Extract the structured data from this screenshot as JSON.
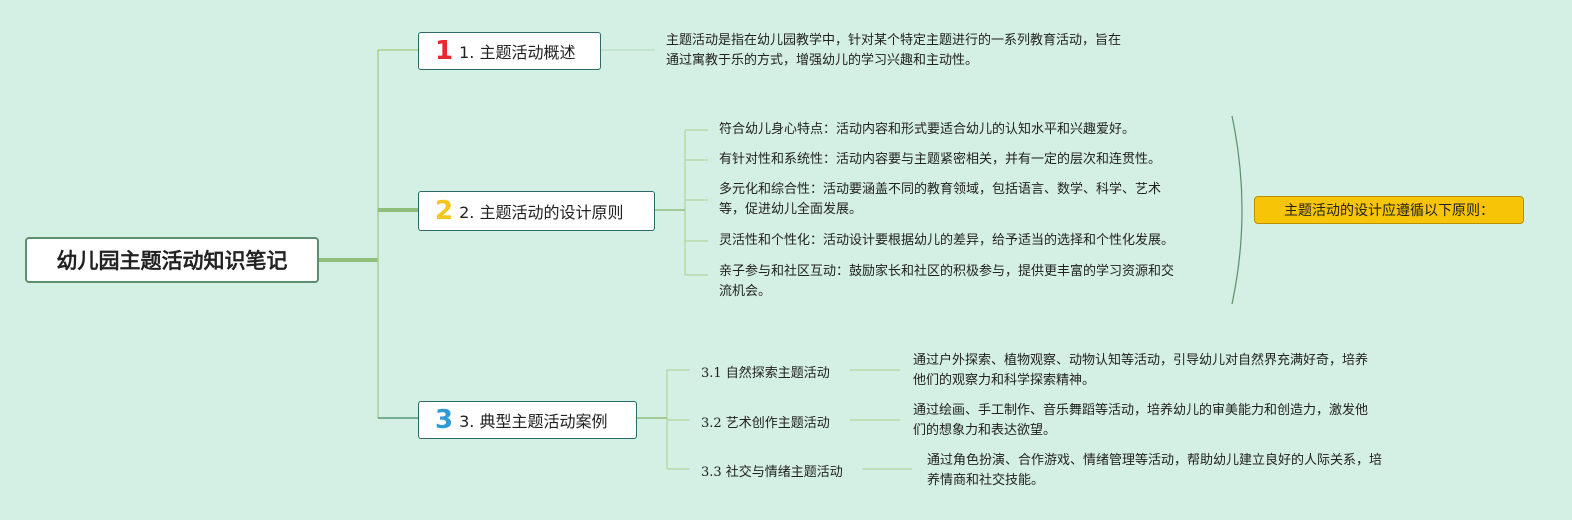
{
  "root": {
    "title": "幼儿园主题活动知识笔记"
  },
  "branches": [
    {
      "number": "1",
      "number_color": "#e8262c",
      "label": "1. 主题活动概述",
      "text_lines": [
        "主题活动是指在幼儿园教学中，针对某个特定主题进行的一系列教育活动，旨在",
        "通过寓教于乐的方式，增强幼儿的学习兴趣和主动性。"
      ]
    },
    {
      "number": "2",
      "number_color": "#f5c518",
      "label": "2. 主题活动的设计原则",
      "principles": [
        {
          "lines": [
            "符合幼儿身心特点：活动内容和形式要适合幼儿的认知水平和兴趣爱好。"
          ]
        },
        {
          "lines": [
            "有针对性和系统性：活动内容要与主题紧密相关，并有一定的层次和连贯性。"
          ]
        },
        {
          "lines": [
            "多元化和综合性：活动要涵盖不同的教育领域，包括语言、数学、科学、艺术",
            "等，促进幼儿全面发展。"
          ]
        },
        {
          "lines": [
            "灵活性和个性化：活动设计要根据幼儿的差异，给予适当的选择和个性化发展。"
          ]
        },
        {
          "lines": [
            "亲子参与和社区互动：鼓励家长和社区的积极参与，提供更丰富的学习资源和交",
            "流机会。"
          ]
        }
      ],
      "summary": "主题活动的设计应遵循以下原则："
    },
    {
      "number": "3",
      "number_color": "#2e9bd6",
      "label": "3. 典型主题活动案例",
      "cases": [
        {
          "title": "3.1 自然探索主题活动",
          "lines": [
            "通过户外探索、植物观察、动物认知等活动，引导幼儿对自然界充满好奇，培养",
            "他们的观察力和科学探索精神。"
          ]
        },
        {
          "title": "3.2 艺术创作主题活动",
          "lines": [
            "通过绘画、手工制作、音乐舞蹈等活动，培养幼儿的审美能力和创造力，激发他",
            "们的想象力和表达欲望。"
          ]
        },
        {
          "title": "3.3 社交与情绪主题活动",
          "lines": [
            "通过角色扮演、合作游戏、情绪管理等活动，帮助幼儿建立良好的人际关系，培",
            "养情商和社交技能。"
          ]
        }
      ]
    }
  ]
}
